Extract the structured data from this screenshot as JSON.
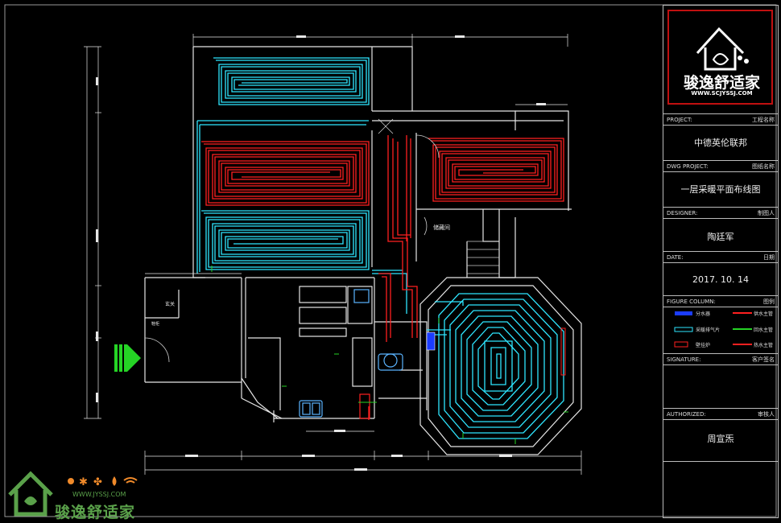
{
  "title_block": {
    "brand_cn": "骏逸舒适家",
    "brand_url": "WWW.SCJYSSJ.COM",
    "project_label_en": "PROJECT:",
    "project_label_cn": "工程名称",
    "project_value": "中德英伦联邦",
    "dwg_label_en": "DWG PROJECT:",
    "dwg_label_cn": "图纸名称",
    "dwg_value": "一层采暖平面布线图",
    "designer_label_en": "DESIGNER:",
    "designer_label_cn": "制图人",
    "designer_value": "陶廷军",
    "date_label_en": "DATE:",
    "date_label_cn": "日期",
    "date_value": "2017. 10. 14",
    "figure_label_en": "FIGURE COLUMN:",
    "figure_label_cn": "图例",
    "signature_label_en": "SIGNATURE:",
    "signature_label_cn": "客户签名",
    "authorized_label_en": "AUTHORIZED:",
    "authorized_label_cn": "审核人",
    "authorized_value": "周宣炁"
  },
  "legend": [
    {
      "label": "分水器",
      "color": "#1b3cff"
    },
    {
      "label": "供水主管",
      "color": "#ff2020"
    },
    {
      "label": "采暖排气片",
      "color": "#2ee6ff"
    },
    {
      "label": "回水主管",
      "color": "#25d425"
    },
    {
      "label": "壁挂炉",
      "color": "#ff2020"
    },
    {
      "label": "热水主管",
      "color": "#ff2020"
    }
  ],
  "colors": {
    "wall": "#e6e6e6",
    "loop_cyan": "#2ee6ff",
    "loop_red": "#ff2020",
    "dimension": "#e6e6e6",
    "accent_green": "#25d425",
    "brand_green": "#5aa14a"
  },
  "rooms": {
    "storage": "储藏间",
    "entry": "玄关",
    "shoe": "鞋柜"
  },
  "watermark": {
    "cn": "骏逸舒适家",
    "url": "WWW.JYSSJ.COM",
    "icons": [
      "sun-icon",
      "snowflake-icon",
      "fan-icon",
      "drop-icon",
      "wifi-icon"
    ]
  }
}
